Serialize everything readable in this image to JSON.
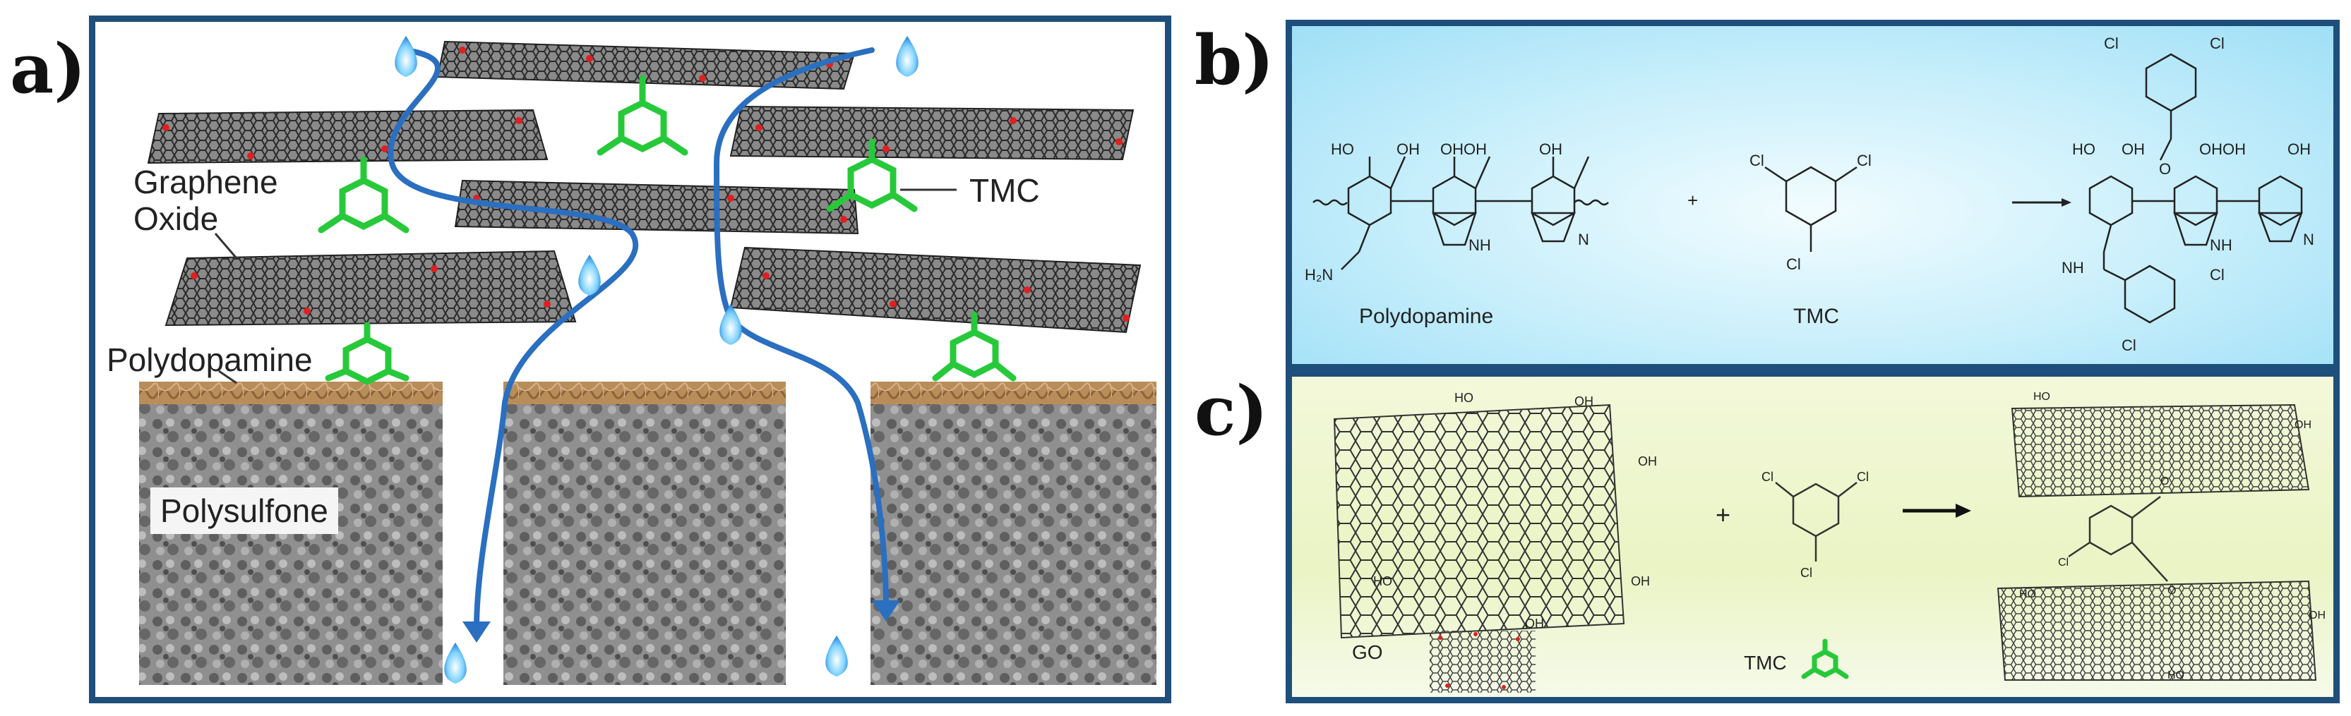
{
  "panel_labels": {
    "a": "a)",
    "b": "b)",
    "c": "c)"
  },
  "panel_a": {
    "label_graphene_oxide_1": "Graphene",
    "label_graphene_oxide_2": "Oxide",
    "label_polydopamine": "Polydopamine",
    "label_polysulfone": "Polysulfone",
    "label_tmc": "TMC"
  },
  "panel_b": {
    "label_polydopamine": "Polydopamine",
    "label_tmc": "TMC",
    "plus": "+",
    "atom_ho": "HO",
    "atom_oh": "OH",
    "atom_ohoh": "OHOH",
    "atom_nh": "NH",
    "atom_n": "N",
    "atom_h2n": "H₂N",
    "atom_cl": "Cl",
    "atom_o": "O"
  },
  "panel_c": {
    "label_go": "GO",
    "label_tmc": "TMC",
    "plus": "+",
    "atom_ho": "HO",
    "atom_oh": "OH",
    "atom_o": "O",
    "atom_cl": "Cl"
  },
  "colors": {
    "border": "#1e4f7b",
    "flow_arrow": "#2a6fc0",
    "tmc_green": "#27c93a",
    "oxygen_red": "#e02020",
    "polydopamine_layer": "#b98d5a"
  }
}
